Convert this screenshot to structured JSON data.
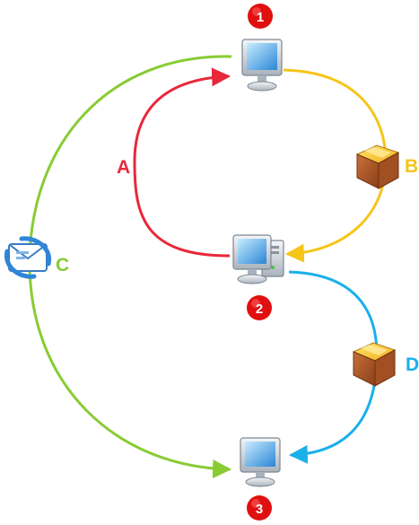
{
  "nodes": [
    {
      "id": "pc1",
      "badge": "1",
      "icon": "monitor-icon"
    },
    {
      "id": "pc2",
      "badge": "2",
      "icon": "desktop-computer-icon"
    },
    {
      "id": "pc3",
      "badge": "3",
      "icon": "monitor-icon"
    }
  ],
  "packages": [
    {
      "id": "pkgB",
      "icon": "package-box-icon"
    },
    {
      "id": "pkgD",
      "icon": "package-box-icon"
    }
  ],
  "mail": {
    "icon": "email-icon"
  },
  "edges": [
    {
      "label": "A",
      "color": "#e8283a"
    },
    {
      "label": "B",
      "color": "#f5c518"
    },
    {
      "label": "C",
      "color": "#88cc33"
    },
    {
      "label": "D",
      "color": "#1ab0ea"
    }
  ],
  "badge_color": "#e01010"
}
